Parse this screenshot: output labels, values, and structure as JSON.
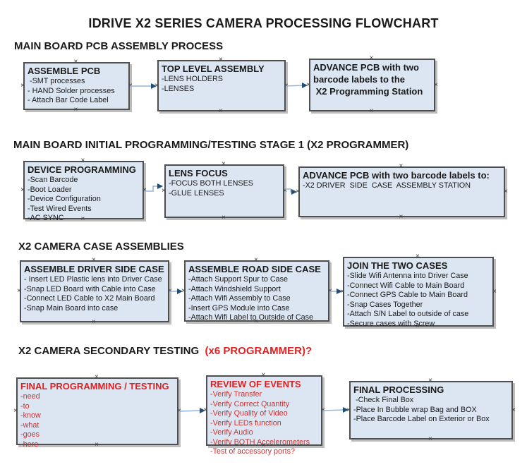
{
  "title": "IDRIVE X2  SERIES CAMERA PROCESSING FLOWCHART",
  "icons": {
    "handle_glyph": "×",
    "arrowhead": "right-arrowhead"
  },
  "colors": {
    "box_fill": "#dce6f2",
    "box_border": "#4f4f4f",
    "arrow_line": "#95b3d7",
    "arrow_head": "#1f4e79",
    "red_bright": "#dd2222",
    "red_body": "#cc3333",
    "text_black": "#1a1a1a",
    "shadow": "#bdbdbd"
  },
  "sections": [
    {
      "heading": "MAIN BOARD PCB ASSEMBLY PROCESS",
      "boxes": [
        {
          "title": "ASSEMBLE PCB",
          "lines": [
            " -SMT processes",
            "- HAND Solder processes",
            "- Attach Bar Code Label"
          ]
        },
        {
          "title": "TOP LEVEL ASSEMBLY",
          "lines": [
            "-LENS HOLDERS",
            "-LENSES"
          ]
        },
        {
          "title": "ADVANCE PCB with two\nbarcode labels to the\n X2 Programming Station",
          "lines": []
        }
      ]
    },
    {
      "heading": "MAIN BOARD INITIAL PROGRAMMING/TESTING STAGE 1 (X2 PROGRAMMER)",
      "boxes": [
        {
          "title": "DEVICE PROGRAMMING",
          "lines": [
            "-Scan Barcode",
            "-Boot Loader",
            "-Device Configuration",
            "-Test Wired Events",
            "-AC SYNC"
          ]
        },
        {
          "title": "LENS FOCUS",
          "lines": [
            "-FOCUS BOTH LENSES",
            "-GLUE LENSES"
          ]
        },
        {
          "title": "ADVANCE PCB with two barcode labels to:",
          "lines": [
            "-X2 DRIVER  SIDE  CASE  ASSEMBLY STATION"
          ]
        }
      ]
    },
    {
      "heading": "X2 CAMERA CASE ASSEMBLIES",
      "boxes": [
        {
          "title": "ASSEMBLE DRIVER SIDE CASE",
          "lines": [
            "- Insert LED Plastic lens into Driver Case",
            "-Snap LED Board with Cable into Case",
            "-Connect LED Cable to X2 Main Board",
            "-Snap Main Board into case"
          ]
        },
        {
          "title": "ASSEMBLE ROAD SIDE CASE",
          "lines": [
            "-Attach Support Spur to Case",
            "-Attach Windshield Support",
            "-Attach Wifi Assembly to Case",
            "-Insert GPS Module into Case",
            "-Attach Wifi Label to Outside of Case"
          ]
        },
        {
          "title": "JOIN THE TWO CASES",
          "lines": [
            "-Slide Wifi Antenna into Driver Case",
            "-Connect Wifi Cable to Main Board",
            "-Connect GPS Cable to Main Board",
            "-Snap Cases Together",
            "-Attach S/N Label to outside of case",
            "-Secure cases with Screw"
          ]
        }
      ]
    },
    {
      "heading": "X2 CAMERA SECONDARY TESTING ",
      "heading_red": " (x6 PROGRAMMER)?",
      "boxes": [
        {
          "title": "FINAL PROGRAMMING / TESTING",
          "lines": [
            "-need",
            "-to",
            "-know",
            "-what",
            "-goes",
            "-here"
          ]
        },
        {
          "title": "REVIEW OF EVENTS",
          "lines": [
            "-Verify Transfer",
            "-Verify Correct Quantity",
            "-Verify Quality of Video",
            "-Verify LEDs function",
            "-Verify Audio",
            "-Verify BOTH Accelerometers",
            "-Test of accessory ports?"
          ]
        },
        {
          "title": "FINAL PROCESSING",
          "lines": [
            " -Check Final Box",
            "-Place In Bubble wrap Bag and BOX",
            "-Place Barcode Label on Exterior or Box"
          ]
        }
      ]
    }
  ]
}
